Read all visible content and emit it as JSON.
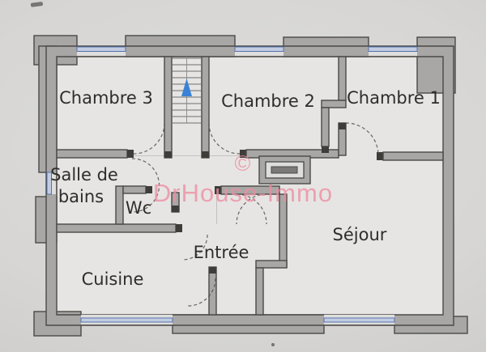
{
  "plan_type": "floor-plan",
  "rooms": {
    "chambre3": "Chambre 3",
    "chambre2": "Chambre 2",
    "chambre1": "Chambre 1",
    "salle_de_bains_line1": "Salle de",
    "salle_de_bains_line2": "bains",
    "wc": "Wc",
    "entree": "Entrée",
    "cuisine": "Cuisine",
    "sejour": "Séjour"
  },
  "watermark": {
    "symbol": "©",
    "text": "DrHouse-Immo",
    "color": "#ee8da1"
  },
  "stairs": {
    "direction_icon": "up-arrow",
    "arrow_color": "#3b82d6"
  },
  "colors": {
    "wall": "#a8a7a5",
    "wall_outline": "#4a4946",
    "floor": "#e6e5e3",
    "background": "#d7d6d4",
    "window_blue": "#5472ae",
    "door_arc": "#504f4a",
    "label_text": "#2e2d2a"
  }
}
